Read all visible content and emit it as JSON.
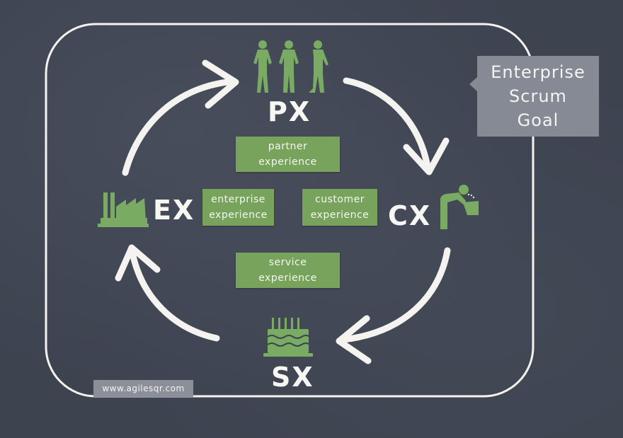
{
  "diagram": {
    "type": "cycle",
    "nodes": [
      {
        "id": "PX",
        "label": "PX",
        "icon": "people-icon",
        "box": [
          "partner",
          "experience"
        ]
      },
      {
        "id": "CX",
        "label": "CX",
        "icon": "person-drinking-fountain-icon",
        "box": [
          "customer",
          "experience"
        ]
      },
      {
        "id": "SX",
        "label": "SX",
        "icon": "birthday-cake-icon",
        "box": [
          "service",
          "experience"
        ]
      },
      {
        "id": "EX",
        "label": "EX",
        "icon": "factory-icon",
        "box": [
          "enterprise",
          "experience"
        ]
      }
    ],
    "edges": [
      {
        "from": "EX",
        "to": "PX"
      },
      {
        "from": "PX",
        "to": "CX"
      },
      {
        "from": "CX",
        "to": "SX"
      },
      {
        "from": "SX",
        "to": "EX"
      }
    ],
    "direction": "clockwise"
  },
  "callout": {
    "lines": [
      "Enterprise",
      "Scrum",
      "Goal"
    ]
  },
  "watermark": "www.agilesqr.com",
  "colors": {
    "chalkboard": "#3e4350",
    "chalk": "#f4f3ef",
    "box_green": "#78a35c",
    "icon_green": "#7aab62",
    "callout_gray": "#858a95"
  }
}
